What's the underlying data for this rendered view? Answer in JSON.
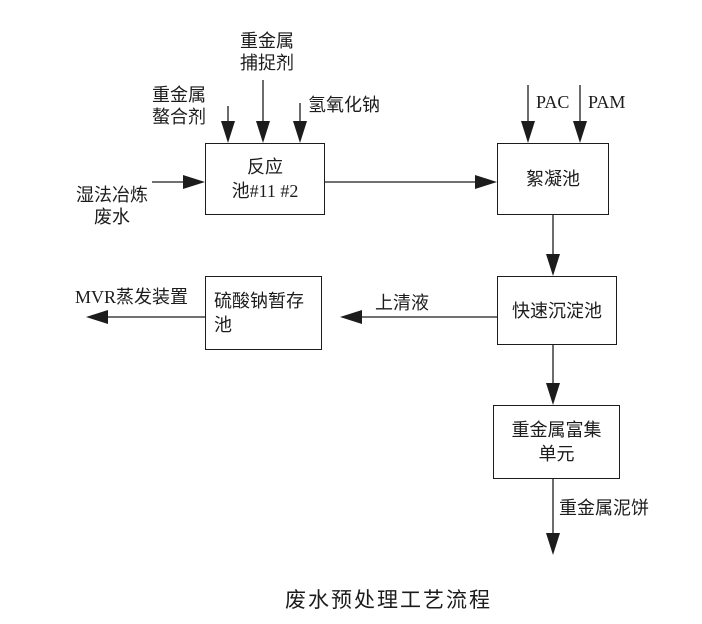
{
  "caption": "废水预处理工艺流程",
  "reagents": {
    "chelating": {
      "line1": "重金属",
      "line2": "螯合剂"
    },
    "capture": {
      "line1": "重金属",
      "line2": "捕捉剂"
    },
    "naoh": {
      "label": "氢氧化钠"
    },
    "pac": {
      "label": "PAC"
    },
    "pam": {
      "label": "PAM"
    }
  },
  "influent": {
    "line1": "湿法冶炼",
    "line2": "废水"
  },
  "boxes": {
    "reaction": {
      "line1": "反应",
      "line2": "池#11 #2"
    },
    "flocculation": {
      "line1": "絮凝池"
    },
    "sedimentation": {
      "line1": "快速沉淀池"
    },
    "storage": {
      "line1": "硫酸钠暂存",
      "line2": "池"
    },
    "enrichment": {
      "line1": "重金属富集",
      "line2": "单元"
    }
  },
  "streams": {
    "supernatant": "上清液",
    "mvr_evaporator": "MVR蒸发装置",
    "heavy_metal_cake": "重金属泥饼"
  },
  "colors": {
    "ink": "#1c1c1c",
    "background": "#ffffff"
  }
}
